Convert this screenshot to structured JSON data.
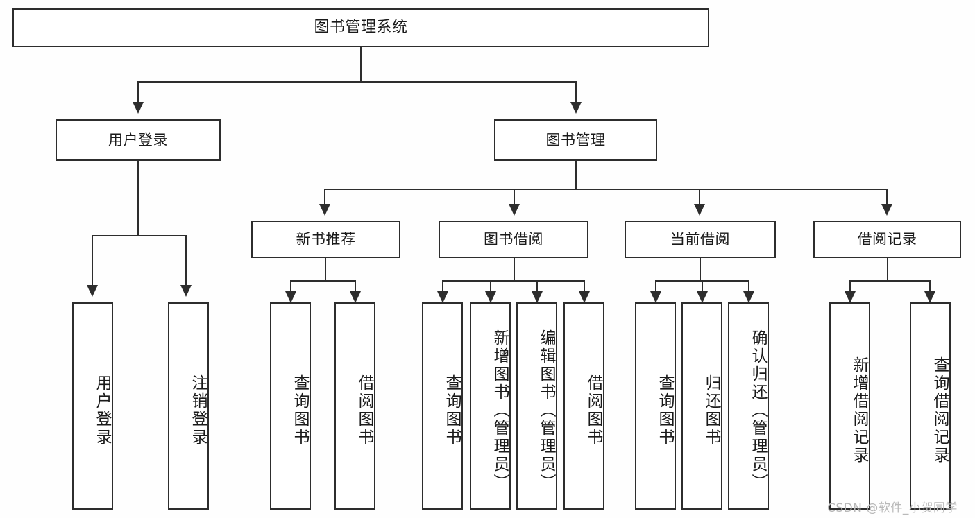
{
  "diagram": {
    "title": "图书管理系统",
    "type": "tree-hierarchy-chart",
    "root": {
      "label": "图书管理系统"
    },
    "level2": [
      {
        "label": "用户登录"
      },
      {
        "label": "图书管理"
      }
    ],
    "level3": [
      {
        "label": "新书推荐"
      },
      {
        "label": "图书借阅"
      },
      {
        "label": "当前借阅"
      },
      {
        "label": "借阅记录"
      }
    ],
    "leaves": {
      "user_login": [
        {
          "label": "用户登录"
        },
        {
          "label": "注销登录"
        }
      ],
      "new_book_recommend": [
        {
          "label": "查询图书"
        },
        {
          "label": "借阅图书"
        }
      ],
      "book_borrow": [
        {
          "label": "查询图书"
        },
        {
          "label": "新增图书（管理员）"
        },
        {
          "label": "编辑图书（管理员）"
        },
        {
          "label": "借阅图书"
        }
      ],
      "current_borrow": [
        {
          "label": "查询图书"
        },
        {
          "label": "归还图书"
        },
        {
          "label": "确认归还（管理员）"
        }
      ],
      "borrow_record": [
        {
          "label": "新增借阅记录"
        },
        {
          "label": "查询借阅记录"
        }
      ]
    }
  },
  "watermark": {
    "text": "CSDN @软件_小贺同学"
  },
  "colors": {
    "border": "#2d2d2d",
    "background": "#fefefe",
    "text": "#1a1a1a",
    "watermark": "#b9b9b9"
  }
}
